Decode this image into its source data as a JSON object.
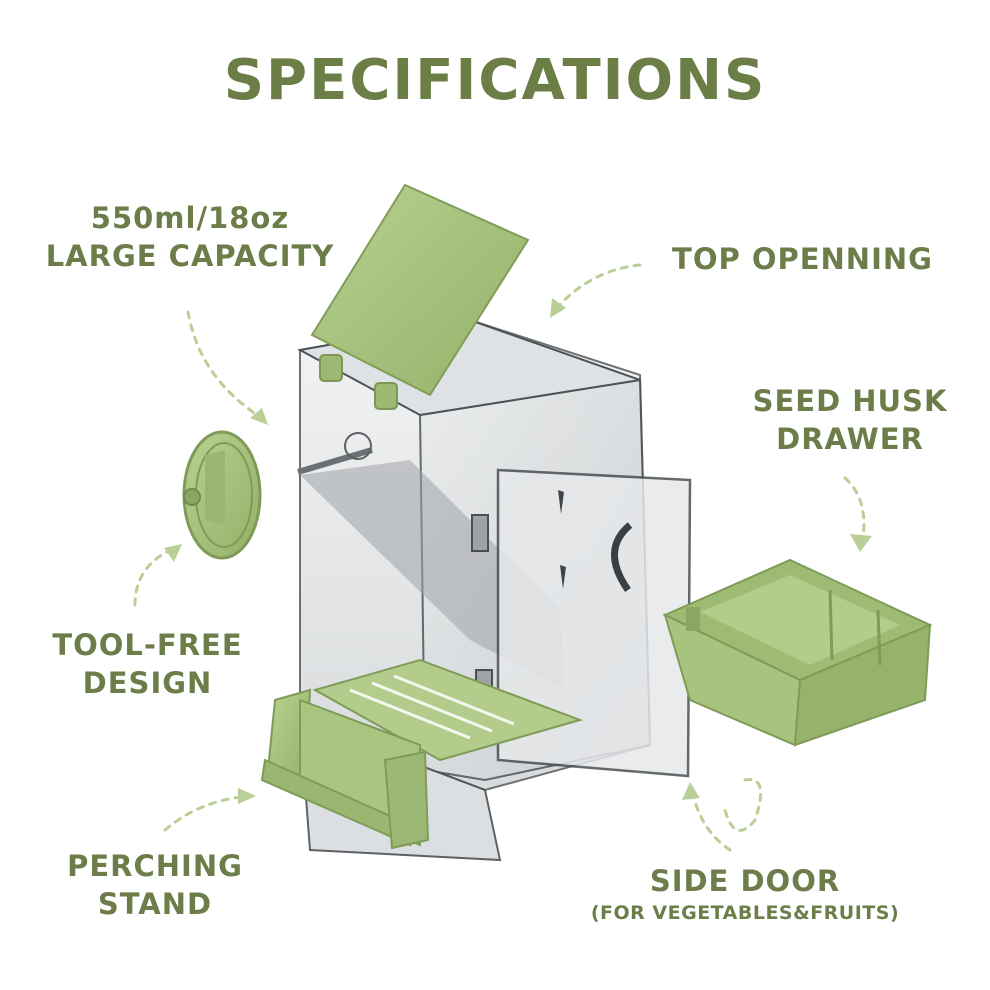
{
  "title": "SPECIFICATIONS",
  "callouts": {
    "capacity_line1": "550ml/18oz",
    "capacity_line2": "LARGE CAPACITY",
    "top_opening": "TOP OPENNING",
    "drawer_line1": "SEED HUSK",
    "drawer_line2": "DRAWER",
    "toolfree_line1": "TOOL-FREE",
    "toolfree_line2": "DESIGN",
    "perch_line1": "PERCHING",
    "perch_line2": "STAND",
    "door_line1": "SIDE DOOR",
    "door_line2": "(FOR VEGETABLES&FRUITS)"
  },
  "colors": {
    "text": "#6d7d4a",
    "green": "#a7c37d",
    "green_dark": "#7f9b58",
    "arrow": "#b9cf96",
    "clear_edge": "#555a5e"
  }
}
